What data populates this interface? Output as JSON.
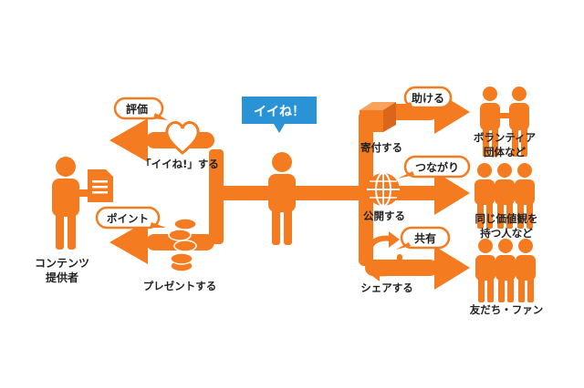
{
  "center": {
    "label": "イイね！"
  },
  "left": {
    "creator": {
      "label_line1": "コンテンツ",
      "label_line2": "提供者"
    },
    "evaluation": {
      "tag": "評価",
      "caption": "「イイね!」する"
    },
    "present": {
      "tag": "ポイント",
      "caption": "プレゼントする"
    }
  },
  "right": {
    "donate": {
      "tag": "助ける",
      "caption": "寄付する",
      "target_line1": "ボランティア",
      "target_line2": "団体など"
    },
    "publish": {
      "tag": "つながり",
      "caption": "公開する",
      "target_line1": "同じ価値観を",
      "target_line2": "持つ人など"
    },
    "share": {
      "tag": "共有",
      "caption": "シェアする",
      "target_line1": "友だち・ファン"
    }
  },
  "icons": {
    "person": "person-icon",
    "document": "document-icon",
    "heart": "heart-icon",
    "coins": "coin-stack-icon",
    "box": "box-icon",
    "globe": "globe-icon",
    "recycle": "share-arrows-icon",
    "handshake": "handshake-icon",
    "group": "people-group-icon"
  },
  "colors": {
    "orange": "#f47b20",
    "blue": "#2a93d5",
    "text": "#222222"
  }
}
